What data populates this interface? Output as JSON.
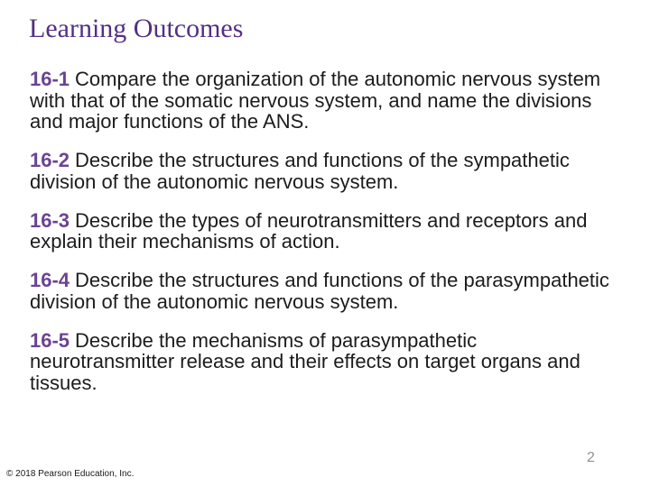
{
  "slide": {
    "title": "Learning Outcomes",
    "page_number": "2",
    "copyright": "© 2018 Pearson Education, Inc."
  },
  "outcomes": [
    {
      "number": "16-1",
      "text": "Compare the organization of the autonomic nervous system with that of the somatic nervous system, and name the divisions and major functions of the ANS."
    },
    {
      "number": "16-2",
      "text": "Describe the structures and functions of the sympathetic division of the autonomic nervous system."
    },
    {
      "number": "16-3",
      "text": "Describe the types of neurotransmitters and receptors and explain their mechanisms of action."
    },
    {
      "number": "16-4",
      "text": "Describe the structures and functions of the parasympathetic division of the autonomic nervous system."
    },
    {
      "number": "16-5",
      "text": "Describe the mechanisms of parasympathetic neurotransmitter release and their effects on target organs and tissues."
    }
  ],
  "colors": {
    "background": "#ffffff",
    "title_text": "#543082",
    "outcome_number": "#6b4395",
    "body_text": "#1c1c1c",
    "page_number": "#909090",
    "copyright_text": "#1a1a1a"
  }
}
